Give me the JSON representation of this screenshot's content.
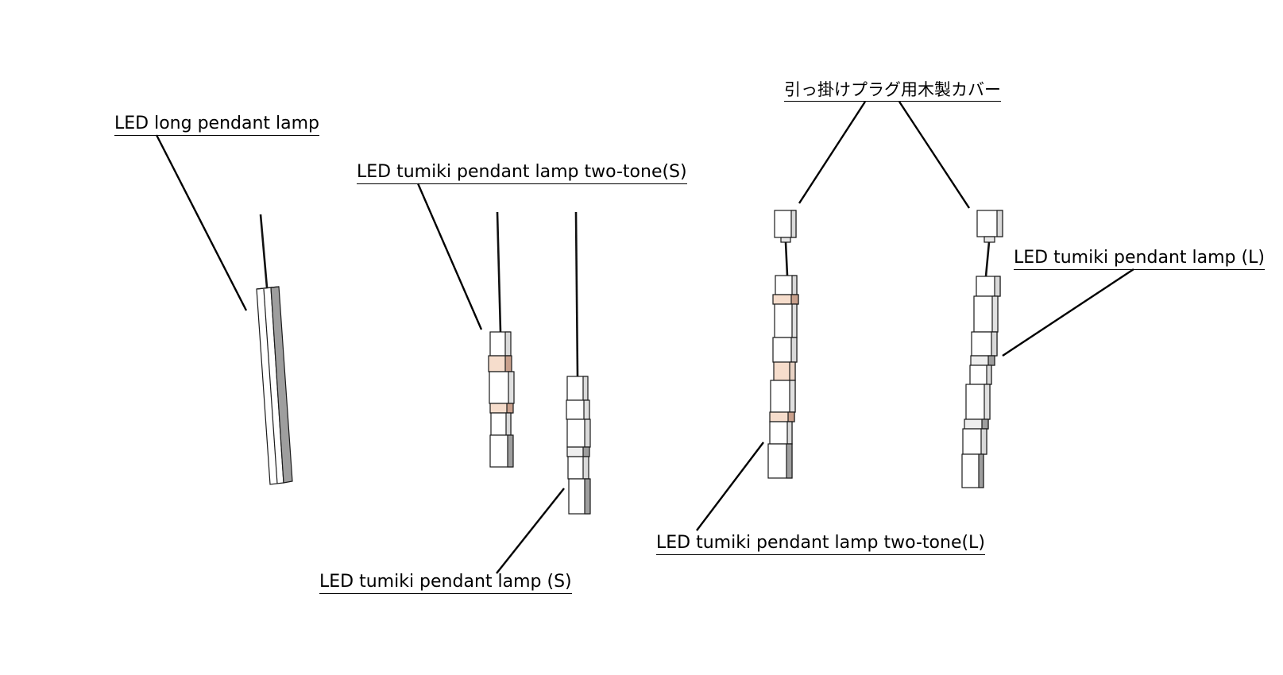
{
  "labels": {
    "long_lamp": "LED long pendant lamp",
    "two_tone_s": "LED tumiki pendant lamp two-tone(S)",
    "tumiki_s": "LED tumiki pendant lamp (S)",
    "cover": "引っ掛けプラグ用木製カバー",
    "tumiki_l": "LED tumiki pendant lamp (L)",
    "two_tone_l": "LED tumiki pendant lamp two-tone(L)"
  },
  "colors": {
    "background": "#ffffff",
    "line": "#000000",
    "block_face": "#ffffff",
    "block_side": "#d9d9d9",
    "block_shade": "#9e9e9e",
    "accent_block": "#f6ddcc",
    "accent_side": "#c9a08c"
  }
}
